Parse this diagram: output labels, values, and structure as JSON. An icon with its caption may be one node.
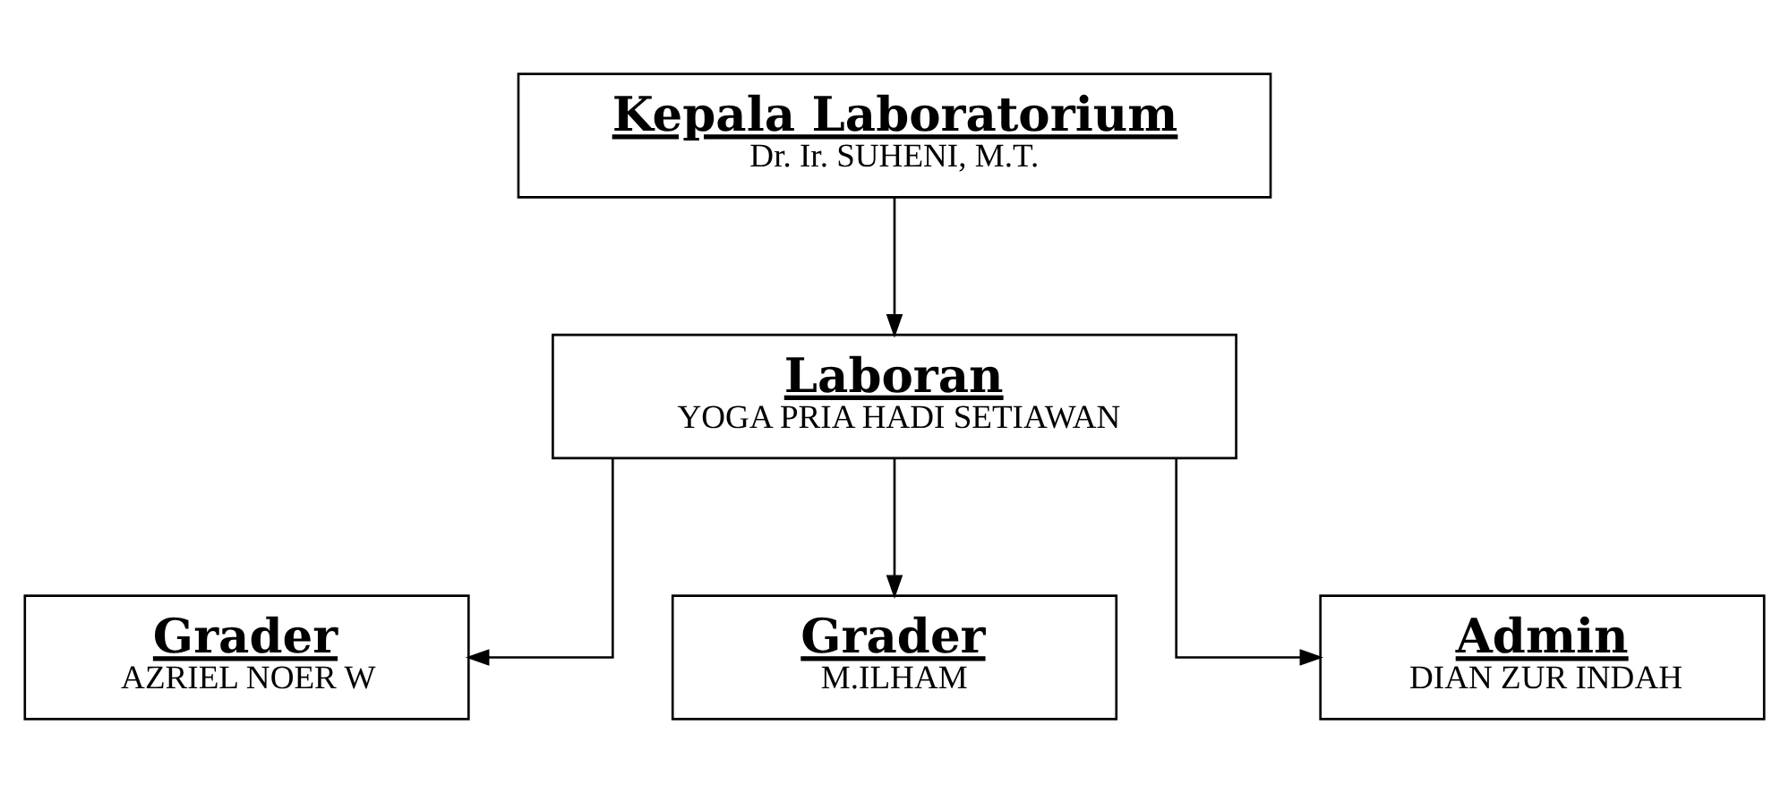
{
  "diagram": {
    "nodes": [
      {
        "text": [
          "Kepala Laboratorium",
          "Dr. Ir. SUHENI, M.T."
        ]
      },
      {
        "text": [
          "Laboran",
          "YOGA PRIA HADI SETIAWAN"
        ]
      },
      {
        "text": [
          "Grader",
          "AZRIEL NOER W"
        ]
      },
      {
        "text": [
          "Grader",
          "M.ILHAM"
        ]
      },
      {
        "text": [
          "Admin",
          "DIAN ZUR INDAH"
        ]
      }
    ],
    "edges": [
      {
        "from": 0,
        "to": 1,
        "arrow": "to"
      },
      {
        "from": 1,
        "to": 2,
        "arrow": "to"
      },
      {
        "from": 1,
        "to": 3,
        "arrow": "to"
      },
      {
        "from": 1,
        "to": 4,
        "arrow": "to"
      }
    ]
  }
}
